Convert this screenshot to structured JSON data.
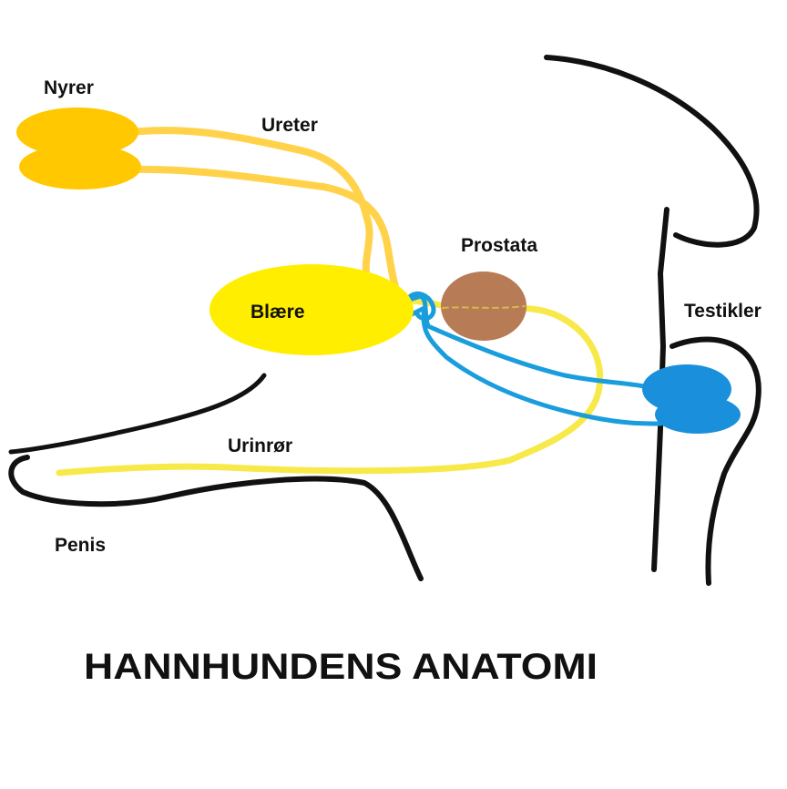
{
  "title": "HANNHUNDENS ANATOMI",
  "labels": {
    "kidneys": "Nyrer",
    "ureter": "Ureter",
    "bladder": "Blære",
    "prostate": "Prostata",
    "testicles": "Testikler",
    "urethra": "Urinrør",
    "penis": "Penis"
  },
  "colors": {
    "outline": "#111111",
    "kidney": "#ffc800",
    "ureter": "#ffd24a",
    "bladder": "#ffee00",
    "urethra": "#f8e94a",
    "prostate": "#b77b56",
    "testicle": "#1a90dc",
    "vas_deferens": "#1a9ddd"
  }
}
